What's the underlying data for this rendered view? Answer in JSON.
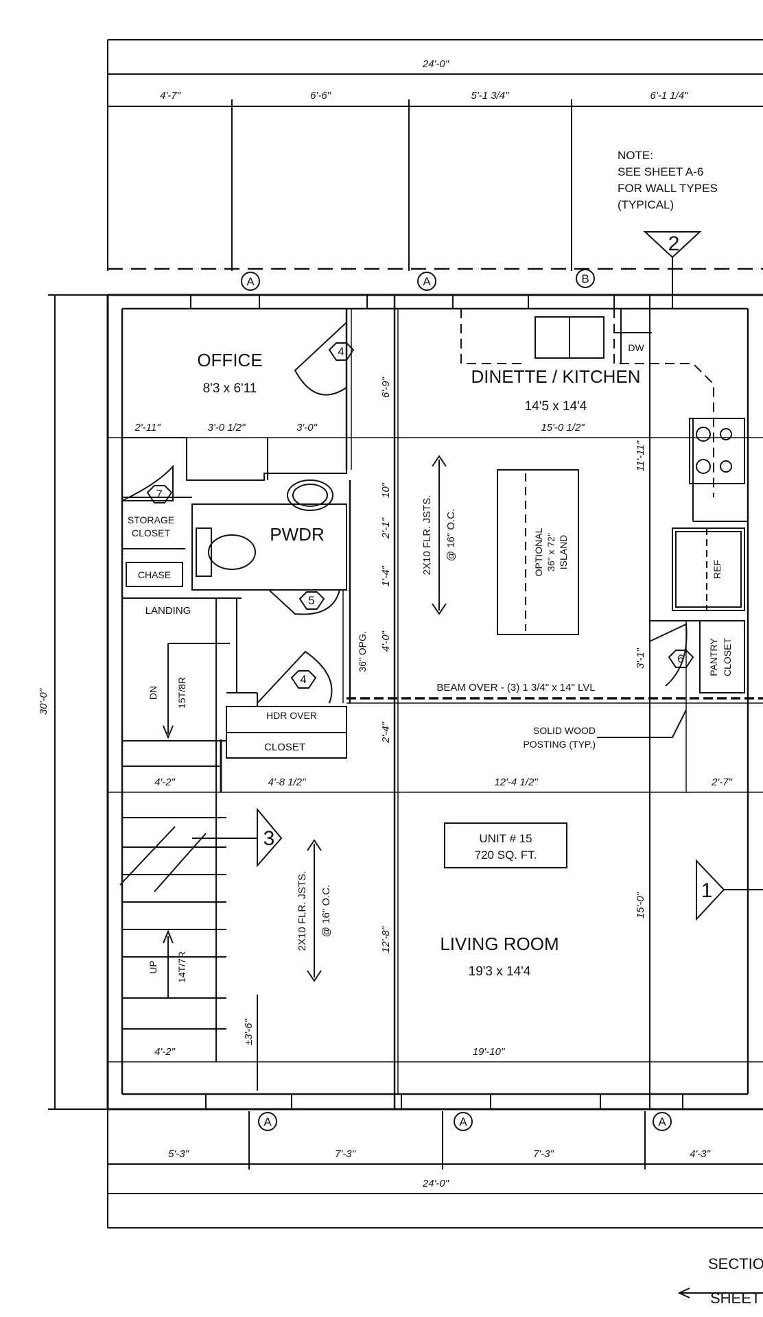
{
  "rooms": {
    "office": {
      "name": "OFFICE",
      "size": "8'3 x 6'11"
    },
    "kitchen": {
      "name": "DINETTE / KITCHEN",
      "size": "14'5 x 14'4"
    },
    "pwdr": {
      "name": "PWDR"
    },
    "living": {
      "name": "LIVING ROOM",
      "size": "19'3 x 14'4"
    }
  },
  "labels": {
    "storage_closet_1": "STORAGE",
    "storage_closet_2": "CLOSET",
    "chase": "CHASE",
    "landing": "LANDING",
    "dn": "DN",
    "dn_risers": "15T/8R",
    "up": "UP",
    "up_risers": "14T/7R",
    "hdr_over": "HDR OVER",
    "closet": "CLOSET",
    "dw": "DW",
    "ref": "REF",
    "pantry_1": "PANTRY",
    "pantry_2": "CLOSET",
    "island_1": "OPTIONAL",
    "island_2": "36\" x 72\"",
    "island_3": "ISLAND",
    "joists_upper_1": "2X10 FLR. JSTS.",
    "joists_upper_2": "@ 16\" O.C.",
    "joists_lower_1": "2X10 FLR. JSTS.",
    "joists_lower_2": "@ 16\" O.C.",
    "opening_1": "36\" OPG.",
    "beam": "BEAM OVER - (3) 1 3/4\" x 14\" LVL",
    "posting_1": "SOLID WOOD",
    "posting_2": "POSTING (TYP.)",
    "unit_1": "UNIT # 15",
    "unit_2": "720 SQ. FT."
  },
  "note": {
    "line1": "NOTE:",
    "line2": "SEE SHEET A-6",
    "line3": "FOR WALL TYPES",
    "line4": "(TYPICAL)"
  },
  "window_tags": {
    "top1": "A",
    "top2": "A",
    "top3": "B",
    "bot1": "A",
    "bot2": "A",
    "bot3": "A"
  },
  "door_tags": {
    "office": "4",
    "storage": "7",
    "pwdr": "5",
    "closet": "4",
    "pantry": "6"
  },
  "wall_sections": {
    "s1": "1",
    "s2": "2",
    "s3": "3"
  },
  "dimensions": {
    "top_overall": "24'-0\"",
    "top_1": "4'-7\"",
    "top_2": "6'-6\"",
    "top_3": "5'-1 3/4\"",
    "top_4": "6'-1 1/4\"",
    "left_overall": "30'-0\"",
    "office_width_1": "2'-11\"",
    "office_width_2": "3'-0 1/2\"",
    "office_width_3": "3'-0\"",
    "kitchen_width": "15'-0 1/2\"",
    "office_depth": "6'-9\"",
    "pwdr_1": "10\"",
    "pwdr_2": "2'-1\"",
    "pwdr_3": "1'-4\"",
    "opening_dim": "4'-0\"",
    "closet_dim": "2'-4\"",
    "kitchen_depth": "11'-11\"",
    "pantry_dim": "3'-1\"",
    "mid_1": "4'-2\"",
    "mid_2": "4'-8 1/2\"",
    "mid_3": "12'-4 1/2\"",
    "mid_4": "2'-7\"",
    "living_depth": "12'-8\"",
    "living_depth_2": "15'-0\"",
    "stair_dim": "±3'-6\"",
    "lower_1": "4'-2\"",
    "lower_2": "19'-10\"",
    "bot_1": "5'-3\"",
    "bot_2": "7'-3\"",
    "bot_3": "7'-3\"",
    "bot_4": "4'-3\"",
    "bot_overall": "24'-0\""
  },
  "section_ref": {
    "line1": "SECTIO",
    "line2": "SHEET"
  }
}
